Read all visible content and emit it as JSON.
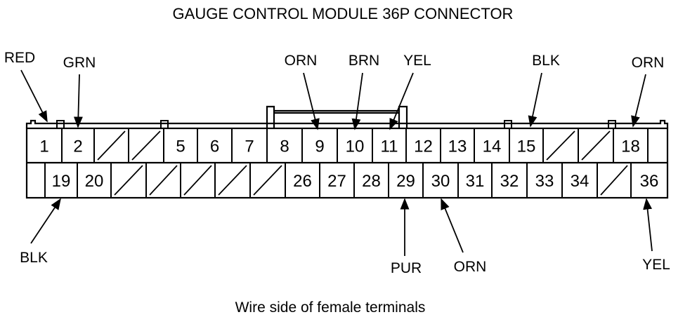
{
  "title": "GAUGE CONTROL MODULE 36P CONNECTOR",
  "caption": "Wire side of female terminals",
  "top_row": [
    "1",
    "2",
    "",
    "",
    "5",
    "6",
    "7",
    "8",
    "9",
    "10",
    "11",
    "12",
    "13",
    "14",
    "15",
    "",
    "",
    "18",
    ""
  ],
  "bottom_row": [
    "",
    "19",
    "20",
    "",
    "",
    "",
    "",
    "",
    "26",
    "27",
    "28",
    "29",
    "30",
    "31",
    "32",
    "33",
    "34",
    "",
    "36"
  ],
  "wires": [
    {
      "terminal": "1",
      "color": "RED"
    },
    {
      "terminal": "2",
      "color": "GRN"
    },
    {
      "terminal": "9",
      "color": "ORN"
    },
    {
      "terminal": "10",
      "color": "BRN"
    },
    {
      "terminal": "11",
      "color": "YEL"
    },
    {
      "terminal": "15",
      "color": "BLK"
    },
    {
      "terminal": "18",
      "color": "ORN"
    },
    {
      "terminal": "19",
      "color": "BLK"
    },
    {
      "terminal": "29",
      "color": "PUR"
    },
    {
      "terminal": "30",
      "color": "ORN"
    },
    {
      "terminal": "36",
      "color": "YEL"
    }
  ]
}
